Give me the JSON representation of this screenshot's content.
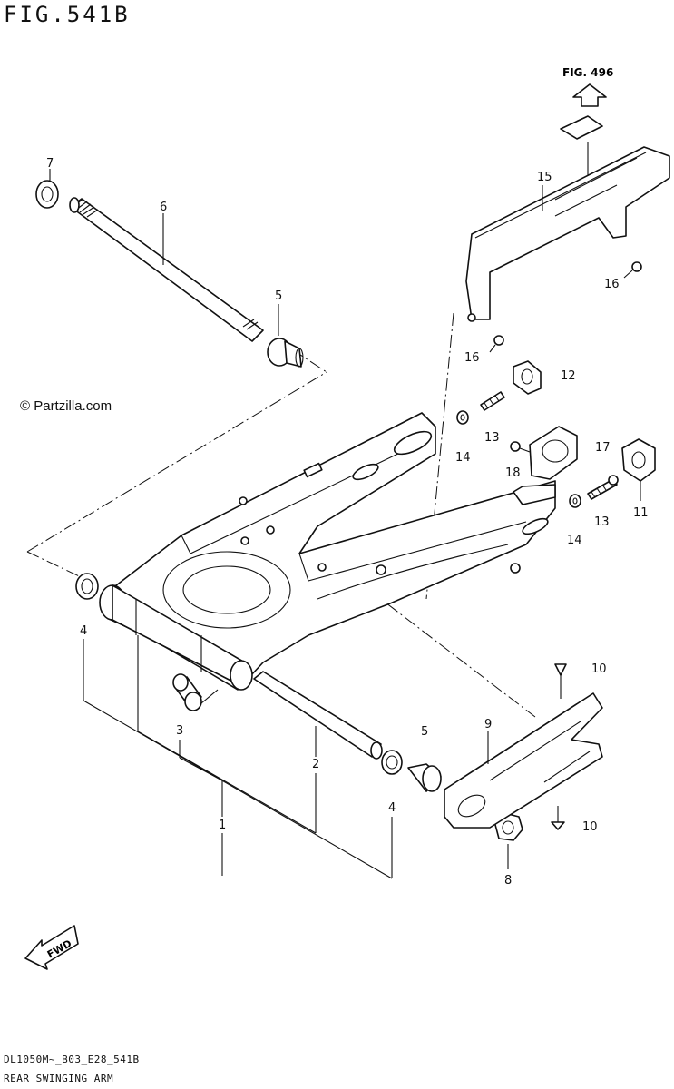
{
  "figure": {
    "title": "FIG.541B",
    "ref_arrow_label": "FIG. 496",
    "watermark": "© Partzilla.com",
    "fwd_label": "FWD",
    "footer_code": "DL1050M~_B03_E28_541B",
    "footer_name": "REAR SWINGING ARM"
  },
  "callouts": [
    {
      "id": "c-1",
      "text": "1"
    },
    {
      "id": "c-2",
      "text": "2"
    },
    {
      "id": "c-3",
      "text": "3"
    },
    {
      "id": "c-4a",
      "text": "4"
    },
    {
      "id": "c-4b",
      "text": "4"
    },
    {
      "id": "c-5a",
      "text": "5"
    },
    {
      "id": "c-5b",
      "text": "5"
    },
    {
      "id": "c-6",
      "text": "6"
    },
    {
      "id": "c-7",
      "text": "7"
    },
    {
      "id": "c-8",
      "text": "8"
    },
    {
      "id": "c-9",
      "text": "9"
    },
    {
      "id": "c-10a",
      "text": "10"
    },
    {
      "id": "c-10b",
      "text": "10"
    },
    {
      "id": "c-11",
      "text": "11"
    },
    {
      "id": "c-12",
      "text": "12"
    },
    {
      "id": "c-13a",
      "text": "13"
    },
    {
      "id": "c-13b",
      "text": "13"
    },
    {
      "id": "c-14a",
      "text": "14"
    },
    {
      "id": "c-14b",
      "text": "14"
    },
    {
      "id": "c-15",
      "text": "15"
    },
    {
      "id": "c-16a",
      "text": "16"
    },
    {
      "id": "c-16b",
      "text": "16"
    },
    {
      "id": "c-17",
      "text": "17"
    },
    {
      "id": "c-18",
      "text": "18"
    }
  ]
}
